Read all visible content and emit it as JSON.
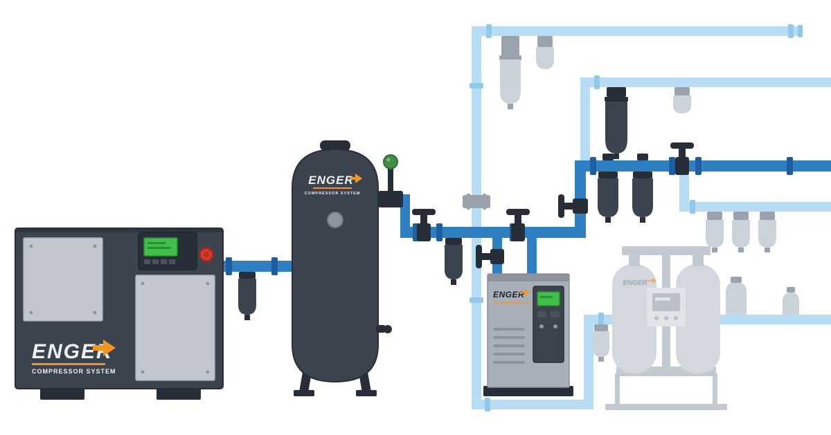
{
  "brand": {
    "name": "ENGER",
    "tagline": "COMPRESSOR SYSTEM"
  },
  "colors": {
    "background": "#ffffff",
    "accent_orange": "#f7941d",
    "pipe_dark": "#2f80c3",
    "pipe_dark_joint": "#1e5f9f",
    "pipe_light": "#b7ddf4",
    "pipe_light_joint": "#92c9e9",
    "equipment_dark": "#3b434f",
    "equipment_darker": "#272e38",
    "panel_gray": "#c2c7cf",
    "panel_edge": "#a6adb7",
    "screw_gray": "#8f96a0",
    "dryer_gray": "#a9afb8",
    "dryer_gray_dark": "#8d939d",
    "faded_light": "#d3d8de",
    "faded_mid": "#c3c9d0",
    "faded_pale": "#e0e3e8",
    "faded_inner": "#b9c0c8",
    "faded_logo": "#9aa6b3",
    "screen_green": "#3fbf49",
    "screen_green_dark": "#2a8f33",
    "gauge_green": "#3e8f46",
    "gauge_green_dark": "#2f6d35",
    "alert_red": "#d63a2e",
    "alert_red_dark": "#9e2a20",
    "logo_navy": "#1c2433",
    "logo_light": "#eef0f2",
    "metal_gray": "#99a2ac",
    "filter_light_body": "#cbd2d9",
    "filter_light_head": "#9aa3ad",
    "button_gray": "#4a525e"
  },
  "components": {
    "compressor": "screw-air-compressor",
    "receiver": "air-receiver-tank",
    "refrigerated_dryer": "refrigerated-air-dryer",
    "desiccant_dryer": "desiccant-air-dryer",
    "dark_piping": "compressed-air-main-piping",
    "light_piping": "distribution-ring-piping"
  }
}
